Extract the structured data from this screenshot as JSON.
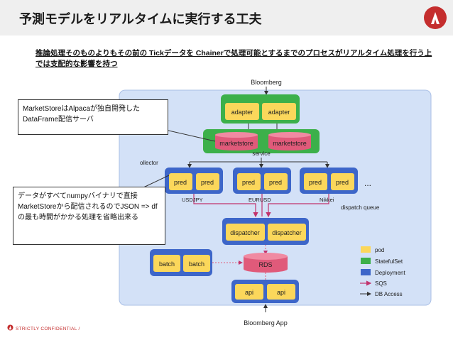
{
  "title": "予測モデルをリアルタイムに実行する工夫",
  "subtitle": "推論処理そのものよりもその前の Tickデータを Chainerで処理可能とするまでのプロセスがリアルタイム処理を行う上では支配的な影響を持つ",
  "callouts": [
    "MarketStoreはAlpacaが独自開発したDataFrame配信サーバ",
    "データがすべてnumpyバイナリで直接MarketStoreから配信されるのでJSON => dfの最も時間がかかる処理を省略出来る"
  ],
  "footer": "STRICTLY CONFIDENTIAL /",
  "diagram": {
    "top_label": "Bloomberg",
    "bottom_label": "Bloomberg App",
    "adapters": [
      "adapter",
      "adapter"
    ],
    "marketstores": [
      "marketstore",
      "marketstore"
    ],
    "service_label": "service",
    "pred_groups": [
      {
        "preds": [
          "pred",
          "pred"
        ],
        "tag": "USDJPY"
      },
      {
        "preds": [
          "pred",
          "pred"
        ],
        "tag": "EURUSD"
      },
      {
        "preds": [
          "pred",
          "pred"
        ],
        "tag": "Nikkei"
      }
    ],
    "ellipsis": "...",
    "collector_label": "ollector",
    "dispatch_queue": "dispatch queue",
    "dispatchers": [
      "dispatcher",
      "dispatcher"
    ],
    "batches": [
      "batch",
      "batch"
    ],
    "rds": "RDS",
    "apis": [
      "api",
      "api"
    ],
    "legend": [
      {
        "label": "pod",
        "kind": "pod"
      },
      {
        "label": "StatefulSet",
        "kind": "statefulset"
      },
      {
        "label": "Deployment",
        "kind": "deployment"
      },
      {
        "label": "SQS",
        "kind": "sqs"
      },
      {
        "label": "DB Access",
        "kind": "db"
      }
    ]
  },
  "colors": {
    "pod": "#fbd75b",
    "statefulset": "#3cb04a",
    "deployment": "#3d66c9",
    "bg": "#d3e1f7",
    "sqs": "#c2336d",
    "db": "#e05a7a",
    "accent": "#c42d2d"
  }
}
